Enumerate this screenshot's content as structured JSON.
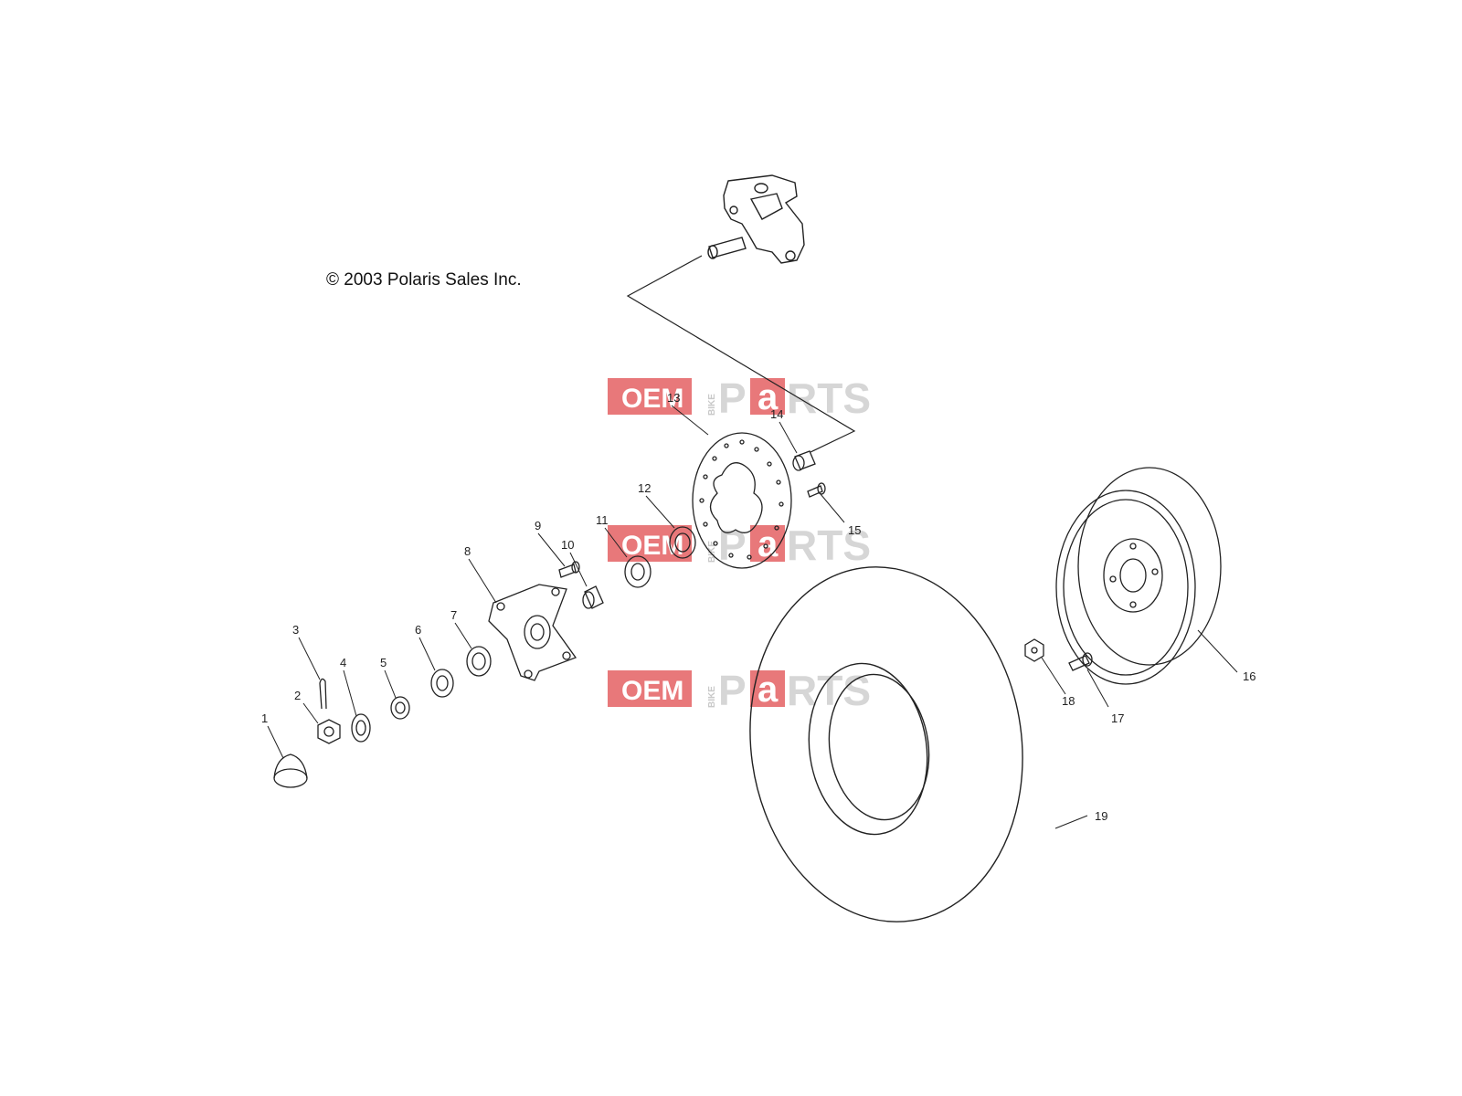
{
  "copyright": "© 2003 Polaris Sales Inc.",
  "watermark": {
    "left": "OEM",
    "middle": "BIKE",
    "right_p": "P",
    "right_a": "a",
    "right_rest": "RTS",
    "red": "#e8787a",
    "grey": "#d6d6d6"
  },
  "callouts": {
    "n1": "1",
    "n2": "2",
    "n3": "3",
    "n4": "4",
    "n5": "5",
    "n6": "6",
    "n7": "7",
    "n8": "8",
    "n9": "9",
    "n10": "10",
    "n11": "11",
    "n12": "12",
    "n13": "13",
    "n14": "14",
    "n15": "15",
    "n16": "16",
    "n17": "17",
    "n18": "18",
    "n19": "19"
  },
  "parts": {
    "p1": "hub-cap",
    "p2": "castle-nut",
    "p3": "cotter-pin",
    "p4": "washer",
    "p5": "spacer",
    "p6": "seal",
    "p7": "bearing",
    "p8": "wheel-hub",
    "p9": "wheel-stud",
    "p10": "spacer",
    "p11": "bearing",
    "p12": "seal",
    "p13": "brake-disc",
    "p14": "bushing",
    "p15": "bolt",
    "p16": "wheel-rim",
    "p17": "valve-stem",
    "p18": "lug-nut",
    "p19": "tire",
    "spindle": "steering-spindle"
  }
}
